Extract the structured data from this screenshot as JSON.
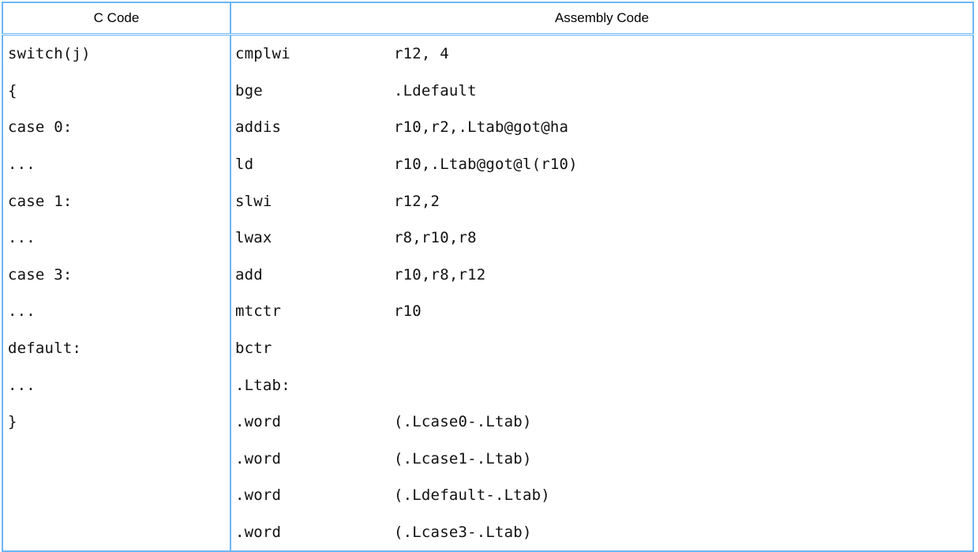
{
  "table": {
    "headers": {
      "c_code": "C Code",
      "assembly_code": "Assembly Code"
    },
    "border_color": "#6cb6f5",
    "rows": [
      {
        "c": "switch(j)",
        "mnemonic": "cmplwi",
        "operand": "r12, 4"
      },
      {
        "c": "{",
        "mnemonic": "bge",
        "operand": ".Ldefault"
      },
      {
        "c": "case 0:",
        "mnemonic": "addis",
        "operand": "r10,r2,.Ltab@got@ha"
      },
      {
        "c": "...",
        "mnemonic": "ld",
        "operand": "r10,.Ltab@got@l(r10)"
      },
      {
        "c": "case 1:",
        "mnemonic": "slwi",
        "operand": "r12,2"
      },
      {
        "c": "...",
        "mnemonic": "lwax",
        "operand": "r8,r10,r8"
      },
      {
        "c": "case 3:",
        "mnemonic": "add",
        "operand": "r10,r8,r12"
      },
      {
        "c": "...",
        "mnemonic": "mtctr",
        "operand": "r10"
      },
      {
        "c": "default:",
        "mnemonic": "bctr",
        "operand": ""
      },
      {
        "c": "...",
        "mnemonic": ".Ltab:",
        "operand": ""
      },
      {
        "c": "}",
        "mnemonic": ".word",
        "operand": "(.Lcase0-.Ltab)"
      },
      {
        "c": "",
        "mnemonic": ".word",
        "operand": "(.Lcase1-.Ltab)"
      },
      {
        "c": "",
        "mnemonic": ".word",
        "operand": "(.Ldefault-.Ltab)"
      },
      {
        "c": "",
        "mnemonic": ".word",
        "operand": "(.Lcase3-.Ltab)"
      }
    ]
  }
}
